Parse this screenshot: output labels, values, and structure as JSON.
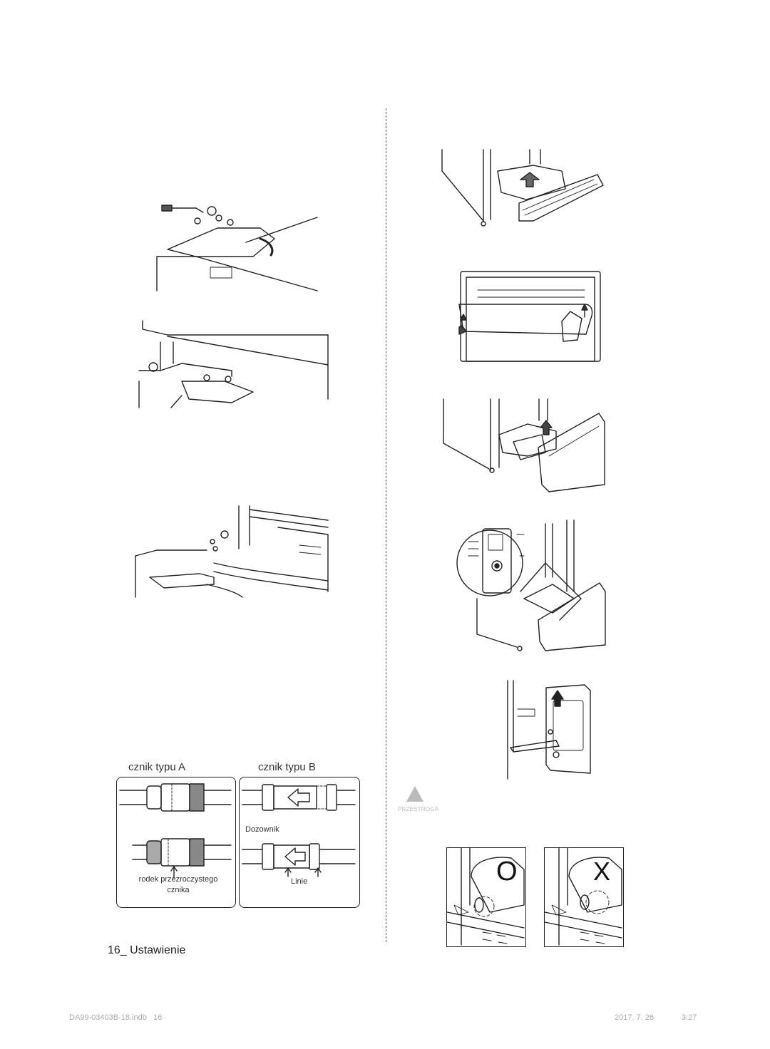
{
  "connectors": {
    "type_a_label": "cznik typu A",
    "type_b_label": "cznik typu B",
    "type_a_caption_line1": "rodek przezroczystego",
    "type_a_caption_line2": "cznika",
    "type_b_dispenser": "Dozownik",
    "type_b_lines": "Linie"
  },
  "caution": {
    "label": "PRZESTROGA"
  },
  "page": {
    "number_title": "16_ Ustawienie"
  },
  "footer": {
    "file": "DA99-03403B-18.indb   16",
    "date": "2017. 7. 26",
    "time": "3:27"
  },
  "correct_symbol": "O",
  "wrong_symbol": "X"
}
